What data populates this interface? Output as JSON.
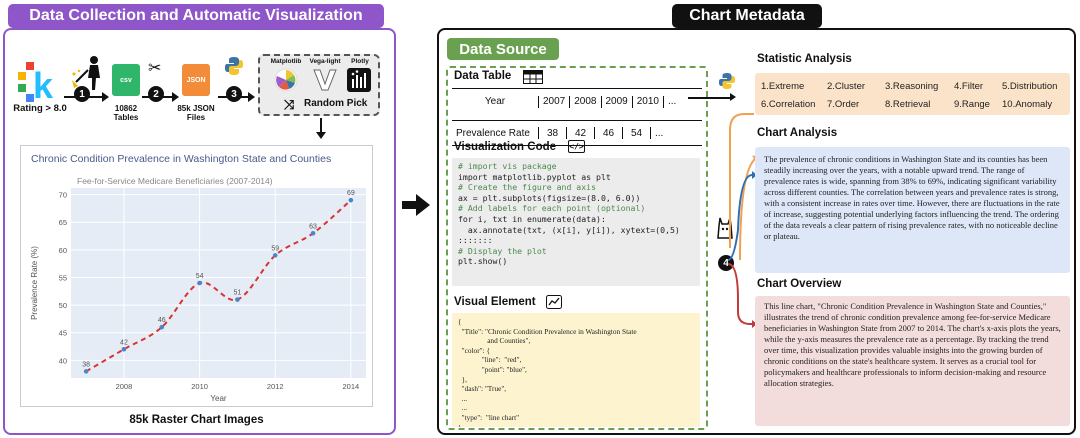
{
  "left": {
    "title": "Data Collection and Automatic Visualization",
    "rating": "Rating > 8.0",
    "step1": "1",
    "step2": "2",
    "step3": "3",
    "csv_tile": "csv",
    "json_tile": "JSON",
    "tables_label": [
      "10862",
      "Tables"
    ],
    "json_label": [
      "85k JSON",
      "Files"
    ],
    "libraries": [
      "Matplotlib",
      "Vega-light",
      "Plotly"
    ],
    "random_pick": "Random Pick",
    "caption": "85k Raster Chart Images"
  },
  "chart_data": {
    "type": "line",
    "title": "Chronic Condition Prevalence in Washington State and Counties",
    "subtitle": "Fee-for-Service Medicare Beneficiaries (2007-2014)",
    "xlabel": "Year",
    "ylabel": "Prevalence Rate (%)",
    "x": [
      2007,
      2008,
      2009,
      2010,
      2011,
      2012,
      2013,
      2014
    ],
    "y": [
      38,
      42,
      46,
      54,
      51,
      59,
      63,
      69
    ],
    "x_ticks": [
      2008,
      2010,
      2012,
      2014
    ],
    "y_ticks": [
      40,
      45,
      50,
      55,
      60,
      65,
      70
    ],
    "xlim": [
      2006.6,
      2014.4
    ],
    "ylim": [
      36.8,
      71.2
    ],
    "grid": true,
    "line_color": "#d9322f",
    "point_color": "#4a86c9",
    "dash": true
  },
  "right": {
    "title": "Chart Metadata",
    "data_source": "Data Source",
    "data_table_head": "Data Table",
    "table": {
      "row1_head": "Year",
      "row1": [
        "2007",
        "2008",
        "2009",
        "2010",
        "..."
      ],
      "row2_head": "Prevalence Rate",
      "row2": [
        "38",
        "42",
        "46",
        "54",
        "..."
      ]
    },
    "code_head": "Visualization Code",
    "code_lines": [
      {
        "t": "# import vis package",
        "c": true
      },
      {
        "t": "import matplotlib.pyplot as plt",
        "c": false
      },
      {
        "t": "# Create the figure and axis",
        "c": true
      },
      {
        "t": "ax = plt.subplots(figsize=(8.0, 6.0))",
        "c": false
      },
      {
        "t": "# Add labels for each point (optional)",
        "c": true
      },
      {
        "t": "for i, txt in enumerate(data):",
        "c": false
      },
      {
        "t": "  ax.annotate(txt, (x[i], y[i]), xytext=(0,5)",
        "c": false
      },
      {
        "t": ":::::::",
        "c": false
      },
      {
        "t": "# Display the plot",
        "c": true
      },
      {
        "t": "plt.show()",
        "c": false
      }
    ],
    "visual_head": "Visual Element",
    "visual_lines": [
      "{",
      "  \"Title\": \"Chronic Condition Prevalence in Washington State",
      "                and Counties\",",
      "  \"color\": {",
      "             \"line\":  \"red\",",
      "             \"point\": \"blue\",",
      "  },",
      "  \"dash\": \"True\",",
      "  ...",
      "  ...",
      "  \"type\":  \"line chart\"",
      "}"
    ],
    "step4": "4",
    "stat_head": "Statistic Analysis",
    "stats": [
      "1.Extreme",
      "2.Cluster",
      "3.Reasoning",
      "4.Filter",
      "5.Distribution",
      "6.Correlation",
      "7.Order",
      "8.Retrieval",
      "9.Range",
      "10.Anomaly"
    ],
    "analysis_head": "Chart Analysis",
    "analysis_text": "The prevalence of chronic conditions in Washington State and its counties has been steadily increasing over the years, with a notable upward trend. The range of prevalence rates is wide, spanning from 38% to 69%, indicating significant variability across different counties. The correlation between years and prevalence rates is strong, with a consistent increase in rates over time. However, there are fluctuations in the rate of increase, suggesting potential underlying factors influencing the trend. The ordering of the data reveals a clear pattern of rising prevalence rates, with no noticeable decline or plateau.",
    "overview_head": "Chart Overview",
    "overview_text": "This line chart, \"Chronic Condition Prevalence in Washington State and Counties,\" illustrates the trend of chronic condition prevalence among fee-for-service Medicare beneficiaries in Washington State from 2007 to 2014. The chart's x-axis plots the years, while the y-axis measures the prevalence rate as a percentage.  By tracking the trend over time, this visualization provides valuable insights into the growing burden of chronic conditions on the state's healthcare system. It serves as a crucial tool for policymakers and healthcare professionals to inform decision-making and resource allocation strategies."
  }
}
